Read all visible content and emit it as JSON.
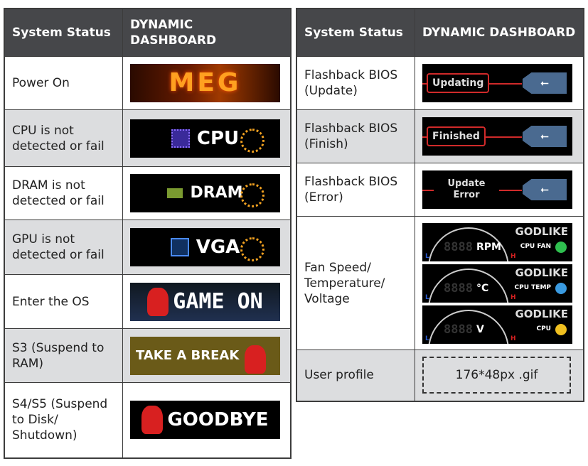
{
  "left_table": {
    "headers": [
      "System Status",
      "DYNAMIC DASHBOARD"
    ],
    "rows": [
      {
        "status": "Power On",
        "display": "MEG"
      },
      {
        "status": "CPU is not detected or fail",
        "display": "CPU"
      },
      {
        "status": "DRAM is not detected or fail",
        "display": "DRAM"
      },
      {
        "status": "GPU is not detected or fail",
        "display": "VGA"
      },
      {
        "status": "Enter the OS",
        "display": "GAME ON"
      },
      {
        "status": "S3 (Suspend to RAM)",
        "display": "TAKE A BREAK"
      },
      {
        "status": "S4/S5 (Suspend to Disk/ Shutdown)",
        "display": "GOODBYE"
      }
    ]
  },
  "right_table": {
    "headers": [
      "System Status",
      "DYNAMIC DASHBOARD"
    ],
    "rows": [
      {
        "status": "Flashback BIOS (Update)",
        "display": "Updating"
      },
      {
        "status": "Flashback BIOS (Finish)",
        "display": "Finished"
      },
      {
        "status": "Flashback BIOS (Error)",
        "display": "Update Error"
      },
      {
        "status": "Fan Speed/ Temperature/ Voltage",
        "gauges": [
          {
            "brand": "GODLIKE",
            "label": "CPU FAN",
            "unit": "RPM",
            "digits": "8888",
            "color": "#2fbf4f"
          },
          {
            "brand": "GODLIKE",
            "label": "CPU TEMP",
            "unit": "°C",
            "digits": "8888",
            "color": "#3a9ae0"
          },
          {
            "brand": "GODLIKE",
            "label": "CPU",
            "unit": "V",
            "digits": "8888",
            "color": "#f0c020"
          }
        ]
      },
      {
        "status": "User profile",
        "display": "176*48px .gif"
      }
    ],
    "gauge_low": "L",
    "gauge_high": "H"
  }
}
